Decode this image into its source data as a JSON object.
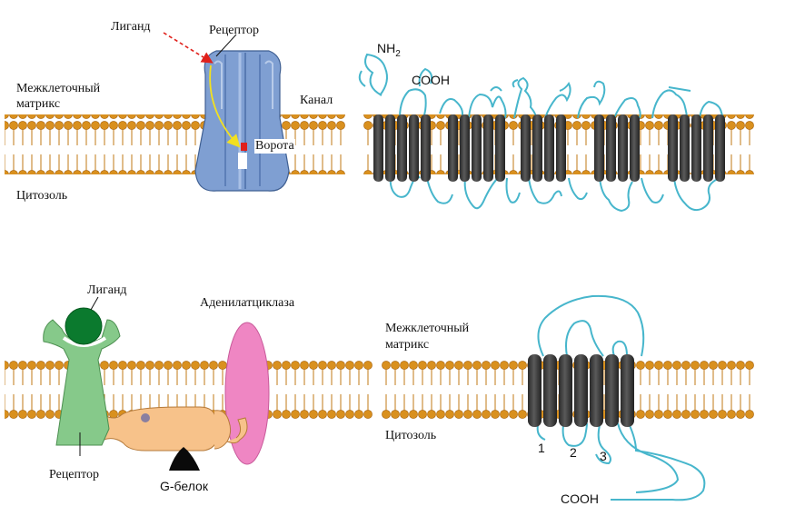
{
  "top_left": {
    "ligand": "Лиганд",
    "receptor": "Рецептор",
    "extracellular": [
      "Межклеточный",
      "матрикс"
    ],
    "channel": "Канал",
    "gate": "Ворота",
    "cytosol": "Цитозоль"
  },
  "top_right": {
    "nh2_main": "NH",
    "nh2_sub": "2",
    "cooh": "COOH"
  },
  "bottom_left": {
    "ligand": "Лиганд",
    "adenylate_cyclase": "Аденилатциклаза",
    "receptor": "Рецептор",
    "g_protein": "G-белок"
  },
  "bottom_right": {
    "extracellular": [
      "Межклеточный",
      "матрикс"
    ],
    "cytosol": "Цитозоль",
    "loop_numbers": [
      "1",
      "2",
      "3"
    ],
    "cooh": "COOH"
  },
  "colors": {
    "lipid_head": "#d9901e",
    "lipid_tail": "#c27a14",
    "channel_blue": "#7f9fd2",
    "helix": "#3a3a3a",
    "loop": "#47b6cc",
    "receptor_green": "#86c98a",
    "ligand_green": "#0b7a2e",
    "g_protein": "#f7c28a",
    "cyclase_pink": "#ef86c3",
    "arrow_red": "#e0201b",
    "arrow_yellow": "#f2e020"
  }
}
